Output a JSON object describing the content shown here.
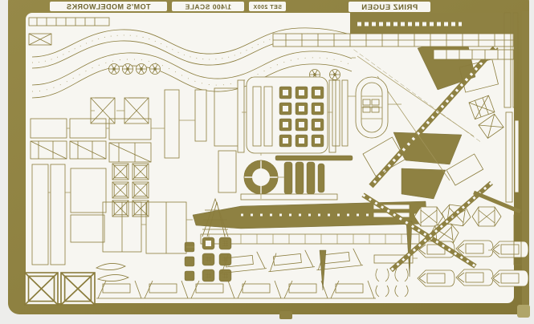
{
  "scene": {
    "kind": "photograph of a photo-etched brass detail sheet (model-ship fret)",
    "lettering_mirrored": true
  },
  "header": {
    "brand": "TOM'S MODELWORKS",
    "scale": "1/400 SCALE",
    "set_label": "SET 200X",
    "ship": "PRINZ EUGEN"
  },
  "colors": {
    "sheet": "#8e8142",
    "sheet_dark": "#6f6530",
    "sheet_light": "#9c9050",
    "etch": "#f7f6f1",
    "line": "#8a7c3c",
    "line_light": "#a1945a",
    "photo_bg": "#ededeb"
  }
}
